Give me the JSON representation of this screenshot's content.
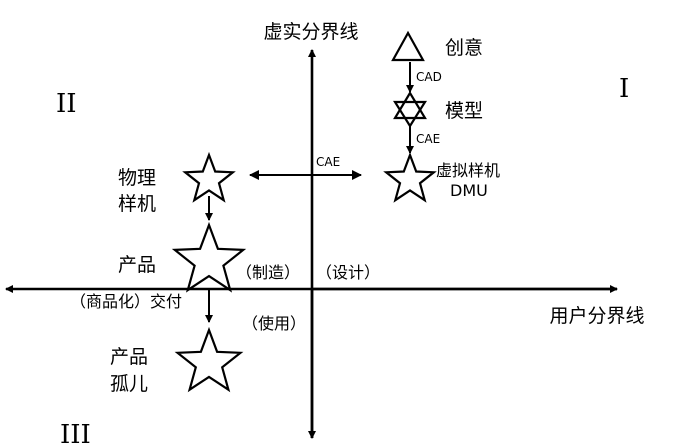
{
  "axes": {
    "vertical_label": "虚实分界线",
    "horizontal_label": "用户分界线"
  },
  "quadrants": {
    "q1": "I",
    "q2": "II",
    "q3": "III"
  },
  "nodes": {
    "idea": "创意",
    "model": "模型",
    "dmu_line1": "虚拟样机",
    "dmu_line2": "DMU",
    "physical_line1": "物理",
    "physical_line2": "样机",
    "product": "产品",
    "orphan_line1": "产品",
    "orphan_line2": "孤儿"
  },
  "edges": {
    "cad": "CAD",
    "cae_vertical": "CAE",
    "cae_horizontal": "CAE"
  },
  "annotations": {
    "manufacture": "（制造）",
    "design": "（设计）",
    "delivery": "（商品化）交付",
    "use": "（使用）"
  }
}
